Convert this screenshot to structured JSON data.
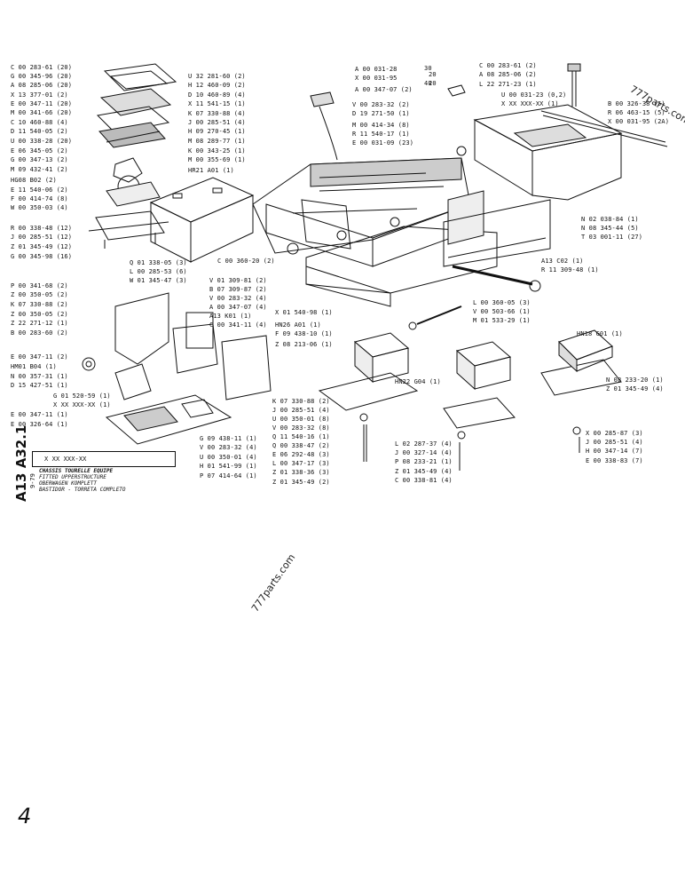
{
  "watermarks": [
    "777parts.com",
    "777parts.com"
  ],
  "page_number": "4",
  "title_block": {
    "reference": "A13 A32.1",
    "date": "9-79",
    "part_number": "X XX XXX-XX",
    "lines": [
      "CHASSIS TOURELLE EQUIPE",
      "FITTED UPPERSTRUCTURE",
      "OBERWAGEN KOMPLETT",
      "BASTIDOR - TORRETA COMPLETO"
    ]
  },
  "dimension_note": {
    "top": "30",
    "w1": "20",
    "w2": "40",
    "w3": "20"
  },
  "labels": [
    "C 00 283-61 (20)",
    "G 00 345-96 (20)",
    "A 08 285-06 (20)",
    "X 13 377-01 (2)",
    "E 00 347-11 (20)",
    "M 00 341-66 (20)",
    "C 10 460-88 (4)",
    "D 11 540-05 (2)",
    "U 00 338-28 (20)",
    "E 06 345-05 (2)",
    "G 00 347-13 (2)",
    "M 09 432-41 (2)",
    "HG08 B02 (2)",
    "E 11 540-06 (2)",
    "F 00 414-74 (8)",
    "W 00 350-03 (4)",
    "R 00 338-48 (12)",
    "J 00 285-51 (12)",
    "Z 01 345-49 (12)",
    "G 00 345-98 (16)",
    "U 32 281-60 (2)",
    "H 12 460-09 (2)",
    "D 10 460-89 (4)",
    "X 11 541-15 (1)",
    "K 07 330-88 (4)",
    "J 00 285-51 (4)",
    "H 09 270-45 (1)",
    "M 08 289-77 (1)",
    "K 00 343-25 (1)",
    "M 00 355-69 (1)",
    "HR21 A01 (1)",
    "A 00 031-28",
    "X 00 031-95",
    "A 00 347-07 (2)",
    "V 00 283-32 (2)",
    "D 19 271-50 (1)",
    "M 00 414-34 (8)",
    "R 11 540-17 (1)",
    "E 00 031-09 (23)",
    "C 00 283-61 (2)",
    "A 08 285-06 (2)",
    "L 22 271-23 (1)",
    "U 00 031-23 (0,2)",
    "X XX XXX-XX (1)",
    "B 00 326-38 (5)",
    "R 06 463-15 (5)",
    "X 00 031-95 (2A)",
    "N 02 038-84 (1)",
    "N 08 345-44 (5)",
    "T 03 001-11 (27)",
    "Q 01 338-05 (3)",
    "L 00 285-53 (6)",
    "W 01 345-47 (3)",
    "C 00 360-20 (2)",
    "V 01 309-81 (2)",
    "B 07 309-87 (2)",
    "V 00 283-32 (4)",
    "A 00 347-07 (4)",
    "A13 K01 (1)",
    "C 00 341-11 (4)",
    "A13 C02 (1)",
    "R 11 309-48 (1)",
    "L 00 360-05 (3)",
    "V 00 503-66 (1)",
    "M 01 533-29 (1)",
    "P 00 341-68 (2)",
    "Z 00 350-05 (2)",
    "K 07 330-88 (2)",
    "Z 00 350-05 (2)",
    "Z 22 271-12 (1)",
    "B 00 283-60 (2)",
    "E 00 347-11 (2)",
    "HM01 B04 (1)",
    "N 00 357-31 (1)",
    "D 15 427-51 (1)",
    "G 01 520-59 (1)",
    "X XX XXX-XX (1)",
    "E 00 347-11 (1)",
    "E 00 326-64 (1)",
    "X 01 540-98 (1)",
    "HN26 A01 (1)",
    "F 09 438-10 (1)",
    "Z 08 213-06 (1)",
    "HN18 G01 (1)",
    "HN22 G04 (1)",
    "N 08 233-20 (1)",
    "Z 01 345-49 (4)",
    "K 07 330-88 (2)",
    "J 00 285-51 (4)",
    "U 00 350-01 (8)",
    "V 00 283-32 (8)",
    "Q 11 540-16 (1)",
    "Q 00 338-47 (2)",
    "E 06 292-48 (3)",
    "L 00 347-17 (3)",
    "Z 01 338-36 (3)",
    "Z 01 345-49 (2)",
    "L 02 287-37 (4)",
    "J 00 327-14 (4)",
    "P 08 233-21 (1)",
    "Z 01 345-49 (4)",
    "C 00 338-81 (4)",
    "X 00 285-87 (3)",
    "J 00 285-51 (4)",
    "H 00 347-14 (7)",
    "E 00 338-83 (7)",
    "G 09 438-11 (1)",
    "V 00 283-32 (4)",
    "U 00 350-01 (4)",
    "H 01 541-99 (1)",
    "P 07 414-64 (1)"
  ]
}
